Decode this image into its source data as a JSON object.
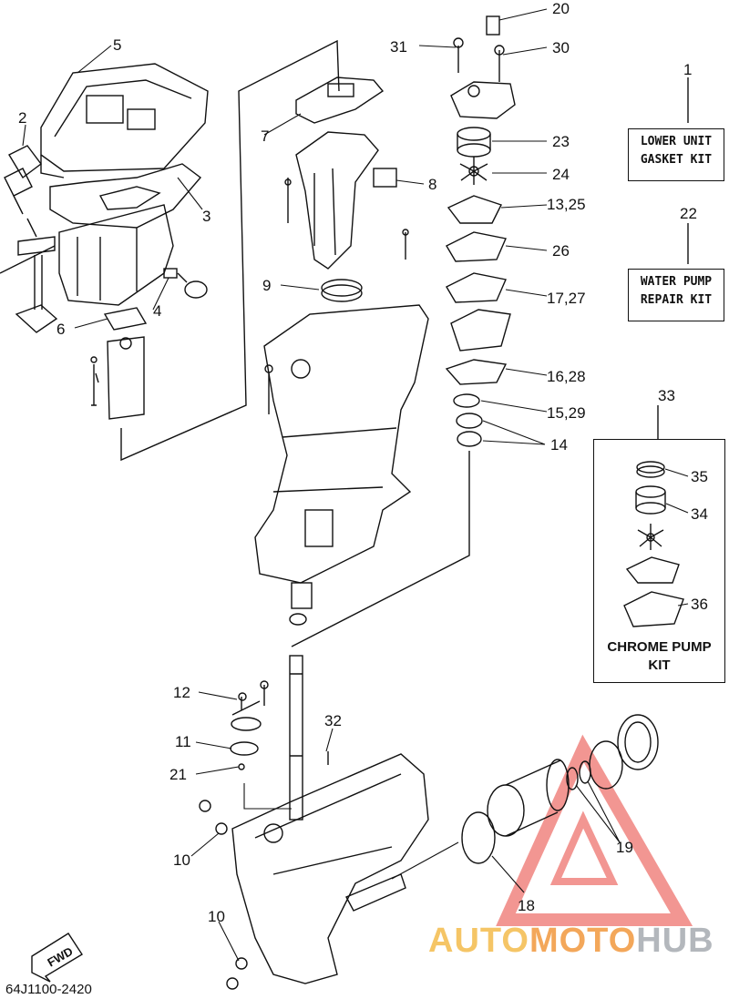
{
  "callouts": [
    "20",
    "31",
    "30",
    "5",
    "1",
    "23",
    "2",
    "7",
    "24",
    "8",
    "13,25",
    "3",
    "22",
    "26",
    "9",
    "17,27",
    "4",
    "6",
    "16,28",
    "15,29",
    "33",
    "14",
    "35",
    "34",
    "36",
    "12",
    "32",
    "11",
    "21",
    "19",
    "10",
    "18",
    "10"
  ],
  "kits": {
    "lower_unit": [
      "LOWER UNIT",
      "GASKET KIT"
    ],
    "water_pump": [
      "WATER PUMP",
      "REPAIR KIT"
    ],
    "chrome_pump": [
      "CHROME PUMP",
      "KIT"
    ]
  },
  "fwd_label": "FWD",
  "part_code": "64J1100-2420",
  "watermark": [
    "AUTO",
    "MOTO",
    "HUB"
  ],
  "colors": {
    "line": "#111111",
    "watermark_red": "#e8413a",
    "watermark_yellow": "#f2b233"
  }
}
